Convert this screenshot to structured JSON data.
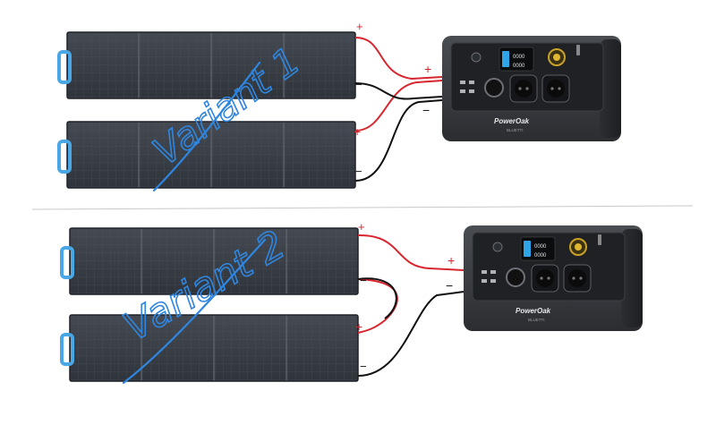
{
  "variant1": {
    "label": "Variant 1",
    "station_brand": "PowerOak",
    "station_model": "BLUETTI",
    "display_top": "0000",
    "display_bottom": "0000",
    "panel_top_plus": "+",
    "panel_top_minus": "−",
    "panel_bottom_plus": "+",
    "panel_bottom_minus": "−",
    "station_plus": "+",
    "station_minus": "−"
  },
  "variant2": {
    "label": "Variant 2",
    "station_brand": "PowerOak",
    "station_model": "BLUETTI",
    "display_top": "0000",
    "display_bottom": "0000",
    "panel_top_plus": "+",
    "panel_top_minus": "−",
    "panel_bottom_plus": "+",
    "panel_bottom_minus": "−",
    "station_plus": "+",
    "station_minus": "−"
  },
  "colors": {
    "positive_wire": "#d8262f",
    "negative_wire": "#111111",
    "handwriting": "#2f86e0",
    "panel": "#3a3f47",
    "handle": "#4aa7e6"
  }
}
